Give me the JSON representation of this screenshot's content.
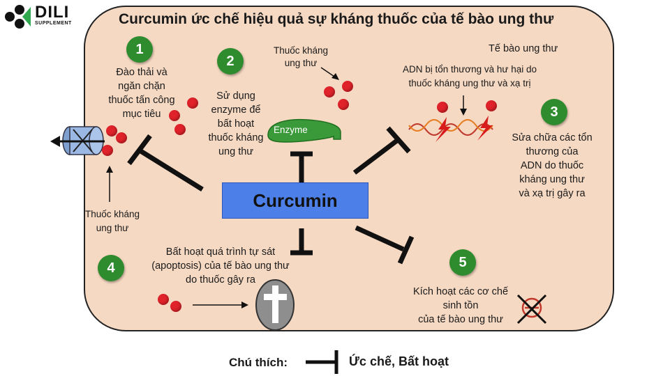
{
  "brand": {
    "name": "DILI",
    "tagline": "SUPPLEMENT"
  },
  "title": "Curcumin ức chế hiệu quả sự kháng thuốc của tế bào ung thư",
  "cell_label": "Tế bào ung thư",
  "center": "Curcumin",
  "enzyme": "Enzyme",
  "steps": [
    {
      "number": "1",
      "text": "Đào thải và\nngăn chặn\nthuốc tấn công\nmục tiêu"
    },
    {
      "number": "2",
      "text": "Sử dụng\nenzyme để\nbất hoạt\nthuốc kháng\nung thư"
    },
    {
      "number": "3",
      "text": "Sửa chữa các tổn\nthương  của\nADN do thuốc\nkháng ung thư\nvà xạ trị gây ra"
    },
    {
      "number": "4",
      "text": "Bất hoạt quá trình tự sát\n(apoptosis) của tế bào ung thư\ndo thuốc gây ra"
    },
    {
      "number": "5",
      "text": "Kích hoạt các cơ chế\nsinh tồn\ncủa tế bào ung thư"
    }
  ],
  "labels": {
    "drug_top": "Thuốc kháng\nung thư",
    "drug_left": "Thuốc kháng\nung thư",
    "dna_damage": "ADN bị tổn thương và hư hại do\nthuốc kháng ung thư và xạ trị"
  },
  "legend": {
    "label": "Chú thích:",
    "meaning": "Ức chế, Bất hoạt"
  },
  "colors": {
    "cell_fill": "#f6d9c3",
    "number_circle": "#2e8b2e",
    "curcumin_box": "#4d7fe8",
    "drug_dot": "#e0222a",
    "enzyme": "#3a9a3a"
  }
}
